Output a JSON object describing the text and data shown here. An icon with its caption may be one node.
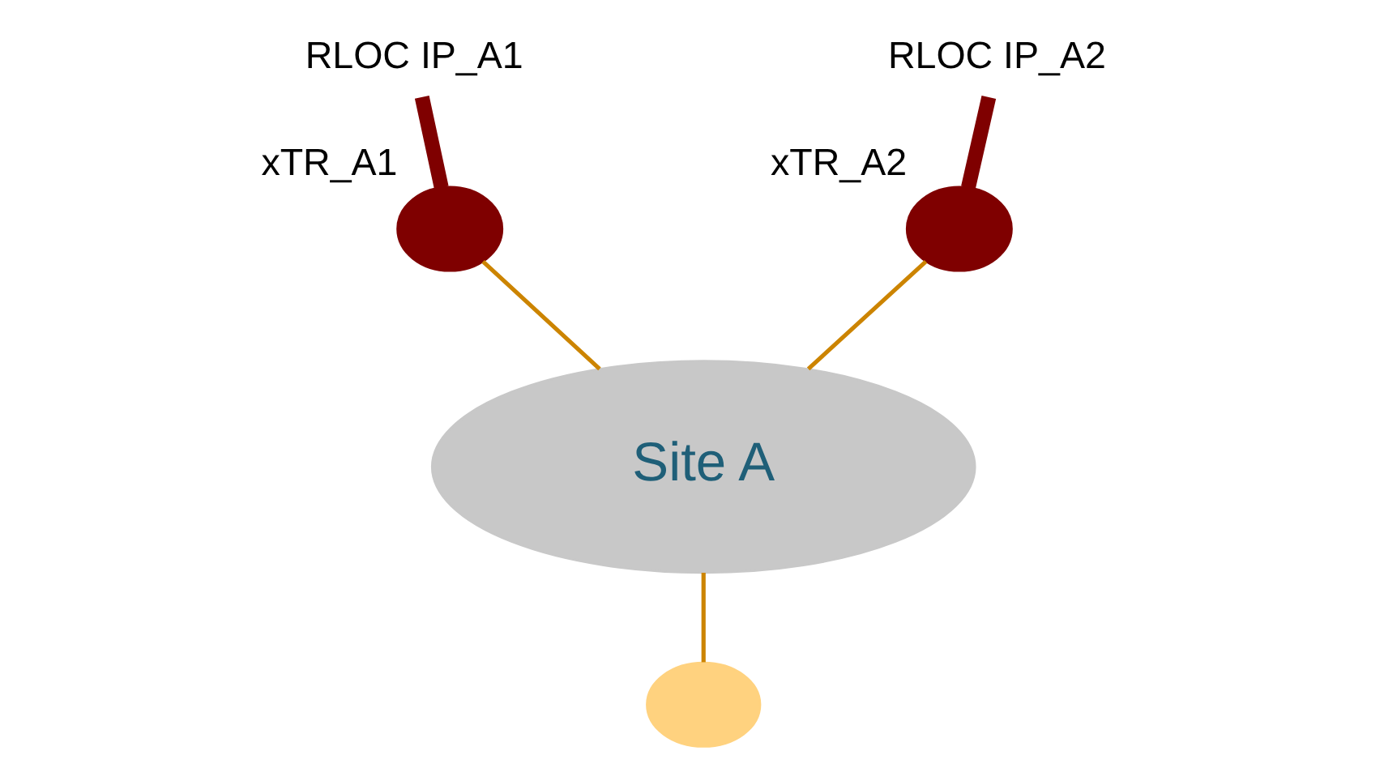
{
  "diagram": {
    "nodes": [
      {
        "text": [
          "RLOC IP_A1"
        ]
      },
      {
        "text": [],
        "shape": "circle",
        "beside": [
          "xTR_A1"
        ]
      },
      {
        "text": [
          "RLOC IP_A2"
        ]
      },
      {
        "text": [],
        "shape": "circle",
        "beside": [
          "xTR_A2"
        ]
      },
      {
        "text": [
          "Site A"
        ]
      },
      {
        "text": [],
        "shape": "circle"
      }
    ],
    "edges": [
      {
        "from": 1,
        "to": 0,
        "arrow": "none",
        "style": "thick",
        "color": "#7f0000"
      },
      {
        "from": 3,
        "to": 2,
        "arrow": "none",
        "style": "thick",
        "color": "#7f0000"
      },
      {
        "from": 1,
        "to": 4,
        "arrow": "none"
      },
      {
        "from": 3,
        "to": 4,
        "arrow": "none"
      },
      {
        "from": 4,
        "to": 5,
        "arrow": "none"
      }
    ]
  }
}
